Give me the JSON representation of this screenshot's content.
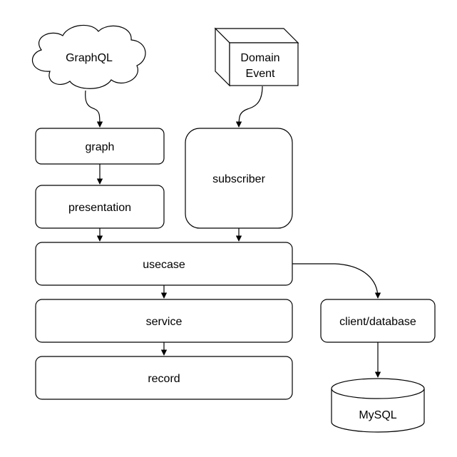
{
  "nodes": {
    "graphql": "GraphQL",
    "domain_event_line1": "Domain",
    "domain_event_line2": "Event",
    "graph": "graph",
    "presentation": "presentation",
    "subscriber": "subscriber",
    "usecase": "usecase",
    "service": "service",
    "record": "record",
    "client_database": "client/database",
    "mysql": "MySQL"
  },
  "colors": {
    "stroke": "#000000",
    "fill": "#ffffff",
    "text": "#000000"
  }
}
